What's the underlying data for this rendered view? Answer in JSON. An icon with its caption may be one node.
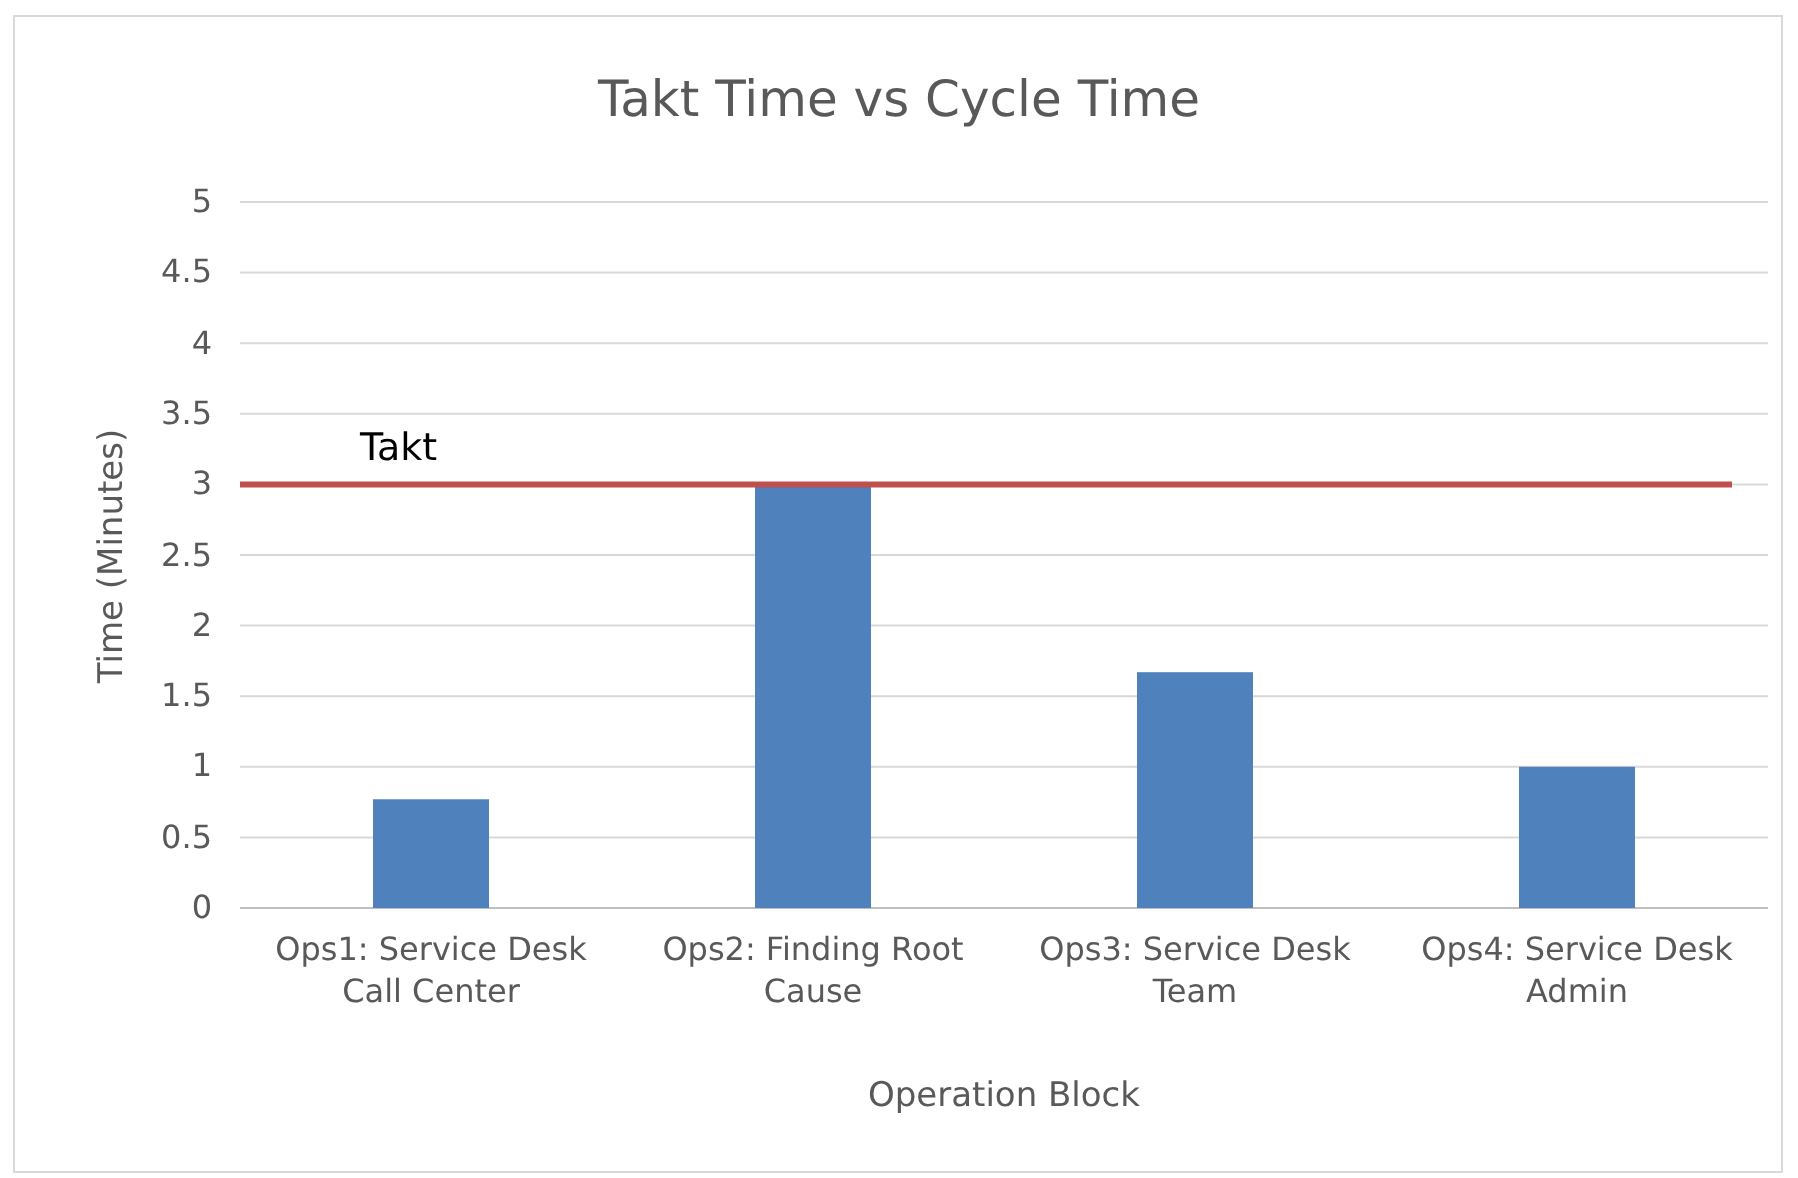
{
  "diagram": {
    "chart_data": {
      "type": "bar",
      "title": "Takt Time vs Cycle Time",
      "xlabel": "Operation Block",
      "ylabel": "Time (Minutes)",
      "categories": [
        "Ops1: Service Desk Call Center",
        "Ops2: Finding Root Cause",
        "Ops3: Service Desk Team",
        "Ops4: Service Desk Admin"
      ],
      "series": [
        {
          "color": "#4f81bd",
          "values": [
            0.77,
            3,
            1.67,
            1
          ]
        }
      ],
      "ylim": [
        0,
        5
      ],
      "yticks": [
        0,
        0.5,
        1,
        1.5,
        2,
        2.5,
        3,
        3.5,
        4,
        4.5,
        5
      ],
      "grid": true,
      "ref_lines": [
        {
          "axis": "y",
          "value": 3,
          "label": "Takt",
          "color": "#c0504d"
        }
      ]
    }
  }
}
